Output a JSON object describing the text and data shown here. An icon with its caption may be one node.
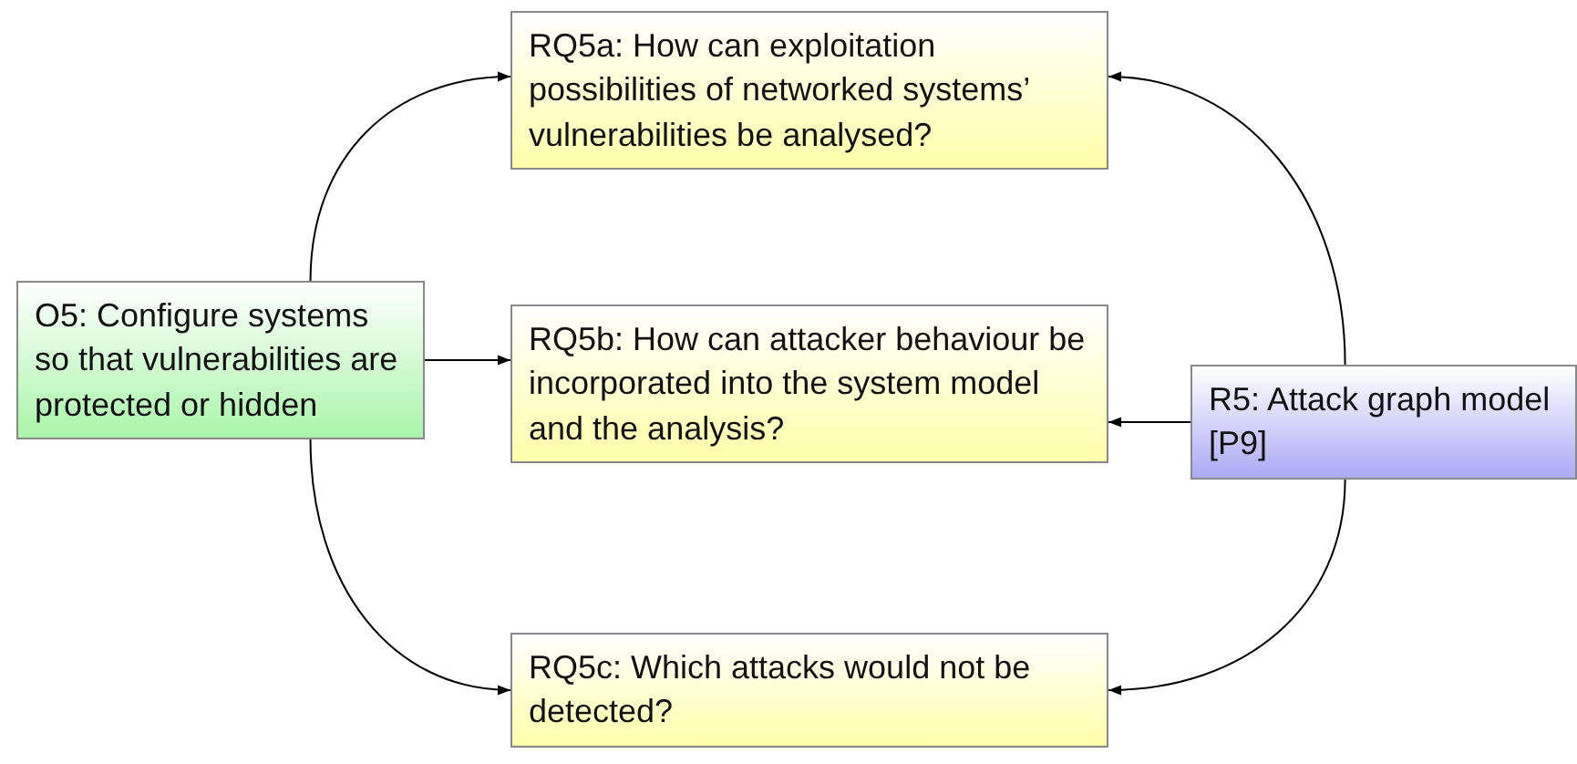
{
  "diagram": {
    "nodes": [
      {
        "text": [
          "O5: Configure systems so that vulnerabilities are protected or hidden"
        ]
      },
      {
        "text": [
          "RQ5a: How can exploitation possibilities of networked systems’ vulnerabilities be analysed?"
        ]
      },
      {
        "text": [
          "RQ5b: How can attacker behaviour be incorporated into the system model and the analysis?"
        ]
      },
      {
        "text": [
          "RQ5c: Which attacks would not be detected?"
        ]
      },
      {
        "text": [
          "R5: Attack graph model [P9]"
        ]
      }
    ],
    "edges": [
      {
        "from": 0,
        "to": 1,
        "arrow": "to"
      },
      {
        "from": 0,
        "to": 2,
        "arrow": "to"
      },
      {
        "from": 0,
        "to": 3,
        "arrow": "to"
      },
      {
        "from": 4,
        "to": 1,
        "arrow": "to"
      },
      {
        "from": 4,
        "to": 2,
        "arrow": "to"
      },
      {
        "from": 4,
        "to": 3,
        "arrow": "to"
      }
    ]
  }
}
